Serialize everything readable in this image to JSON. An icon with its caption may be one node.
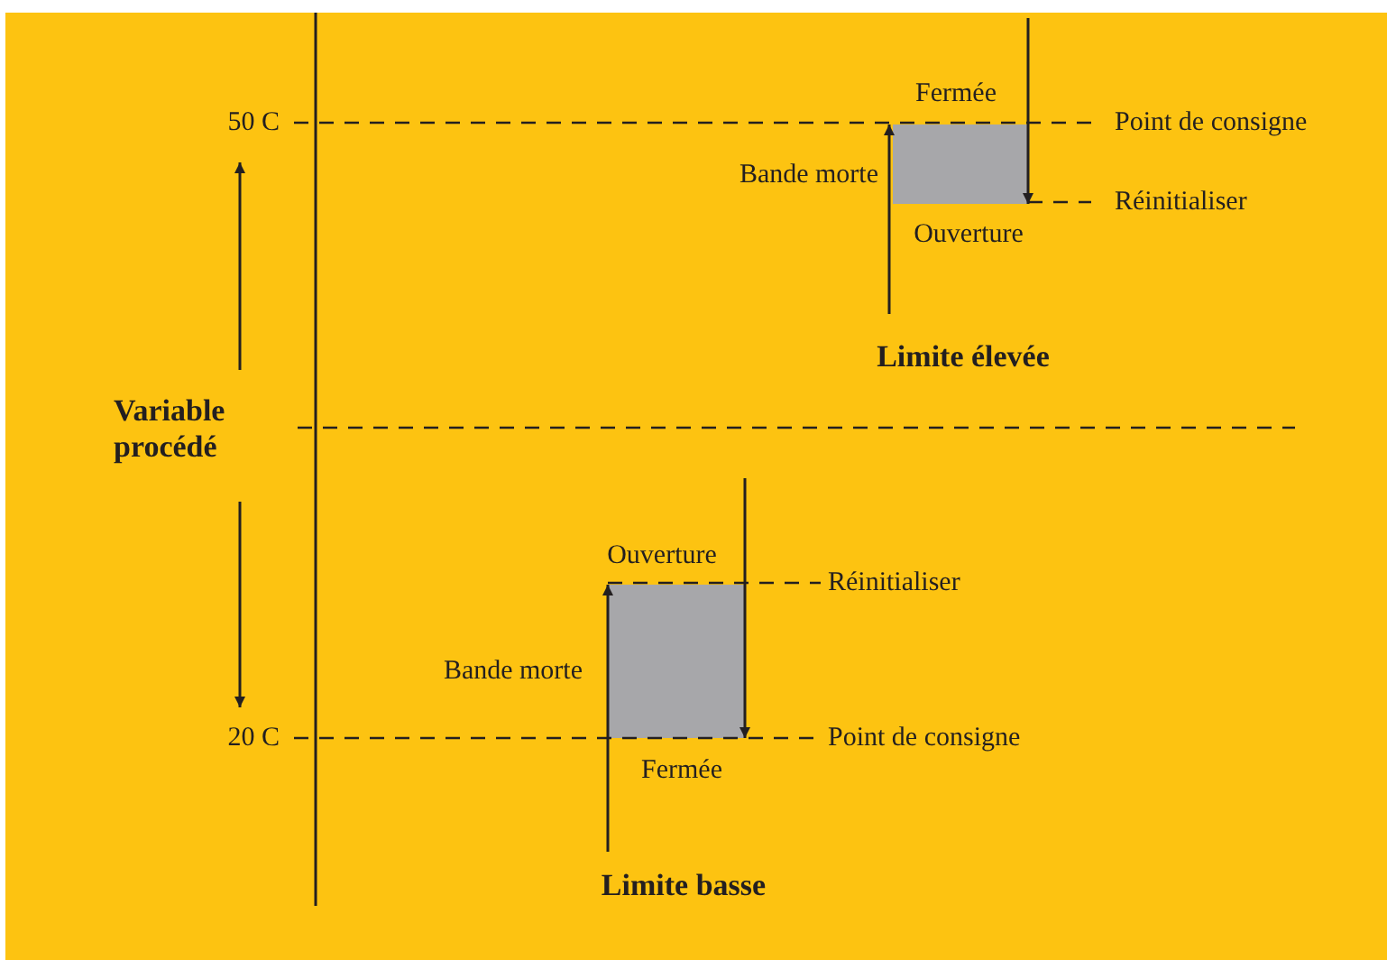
{
  "diagram": {
    "nodes": [
      {
        "text": [],
        "shape": "box"
      },
      {
        "text": [],
        "shape": "box"
      }
    ],
    "labels": [
      "Fermée",
      "50 C",
      "Point de consigne",
      "Bande morte",
      "Réinitialiser",
      "Ouverture",
      "Limite élevée",
      "Variable procédé",
      "Ouverture",
      "Réinitialiser",
      "Bande morte",
      "20 C",
      "Point de consigne",
      "Fermée",
      "Limite basse"
    ]
  }
}
